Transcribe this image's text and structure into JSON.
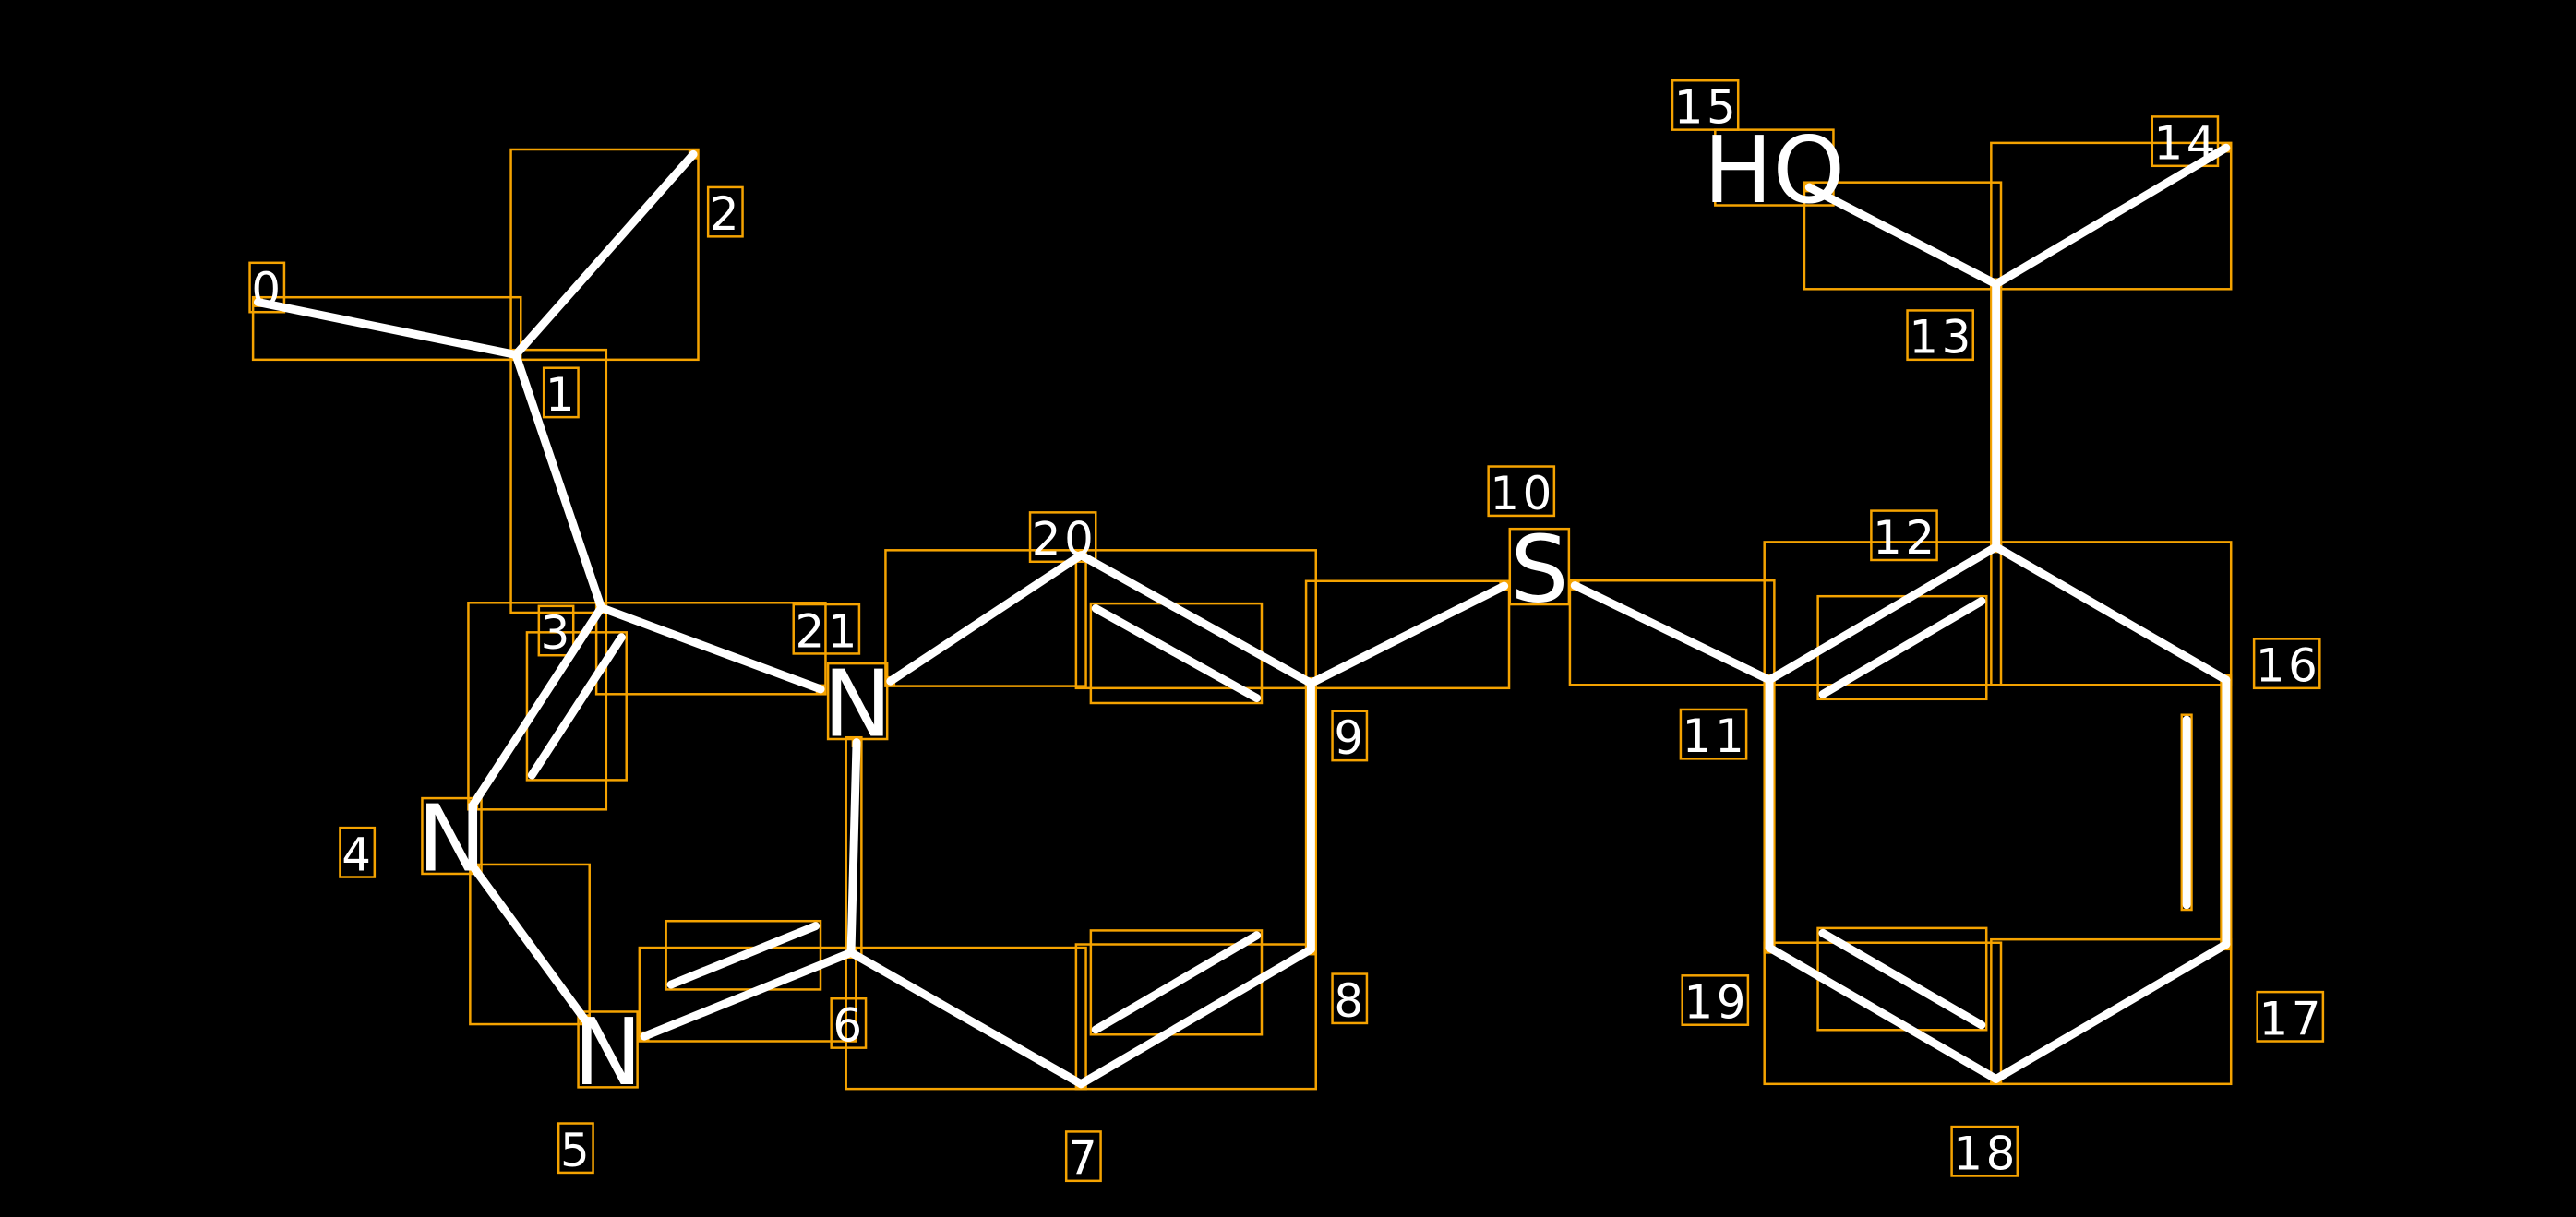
{
  "diagram": {
    "title": "",
    "atoms": [
      {
        "index": "0",
        "label": ""
      },
      {
        "index": "1",
        "label": ""
      },
      {
        "index": "2",
        "label": ""
      },
      {
        "index": "3",
        "label": ""
      },
      {
        "index": "4",
        "label": "N"
      },
      {
        "index": "5",
        "label": "N"
      },
      {
        "index": "6",
        "label": ""
      },
      {
        "index": "7",
        "label": ""
      },
      {
        "index": "8",
        "label": ""
      },
      {
        "index": "9",
        "label": ""
      },
      {
        "index": "10",
        "label": "S"
      },
      {
        "index": "11",
        "label": ""
      },
      {
        "index": "12",
        "label": ""
      },
      {
        "index": "13",
        "label": ""
      },
      {
        "index": "14",
        "label": ""
      },
      {
        "index": "15",
        "label": "HO"
      },
      {
        "index": "16",
        "label": ""
      },
      {
        "index": "17",
        "label": ""
      },
      {
        "index": "18",
        "label": ""
      },
      {
        "index": "19",
        "label": ""
      },
      {
        "index": "20",
        "label": ""
      },
      {
        "index": "21",
        "label": "N"
      }
    ],
    "bonds": [
      [
        0,
        1,
        1
      ],
      [
        1,
        2,
        1
      ],
      [
        1,
        3,
        1
      ],
      [
        3,
        4,
        2
      ],
      [
        4,
        5,
        1
      ],
      [
        5,
        6,
        2
      ],
      [
        6,
        21,
        1
      ],
      [
        21,
        3,
        1
      ],
      [
        21,
        20,
        1
      ],
      [
        20,
        9,
        2
      ],
      [
        9,
        8,
        1
      ],
      [
        8,
        7,
        2
      ],
      [
        7,
        6,
        1
      ],
      [
        9,
        10,
        1
      ],
      [
        10,
        11,
        1
      ],
      [
        11,
        12,
        2
      ],
      [
        12,
        13,
        1
      ],
      [
        13,
        15,
        1
      ],
      [
        13,
        14,
        1
      ],
      [
        12,
        16,
        1
      ],
      [
        16,
        17,
        2
      ],
      [
        17,
        18,
        1
      ],
      [
        18,
        19,
        2
      ],
      [
        19,
        11,
        1
      ]
    ],
    "colors": {
      "background": "#000000",
      "bond": "#ffffff",
      "box": "#f5a300"
    }
  }
}
